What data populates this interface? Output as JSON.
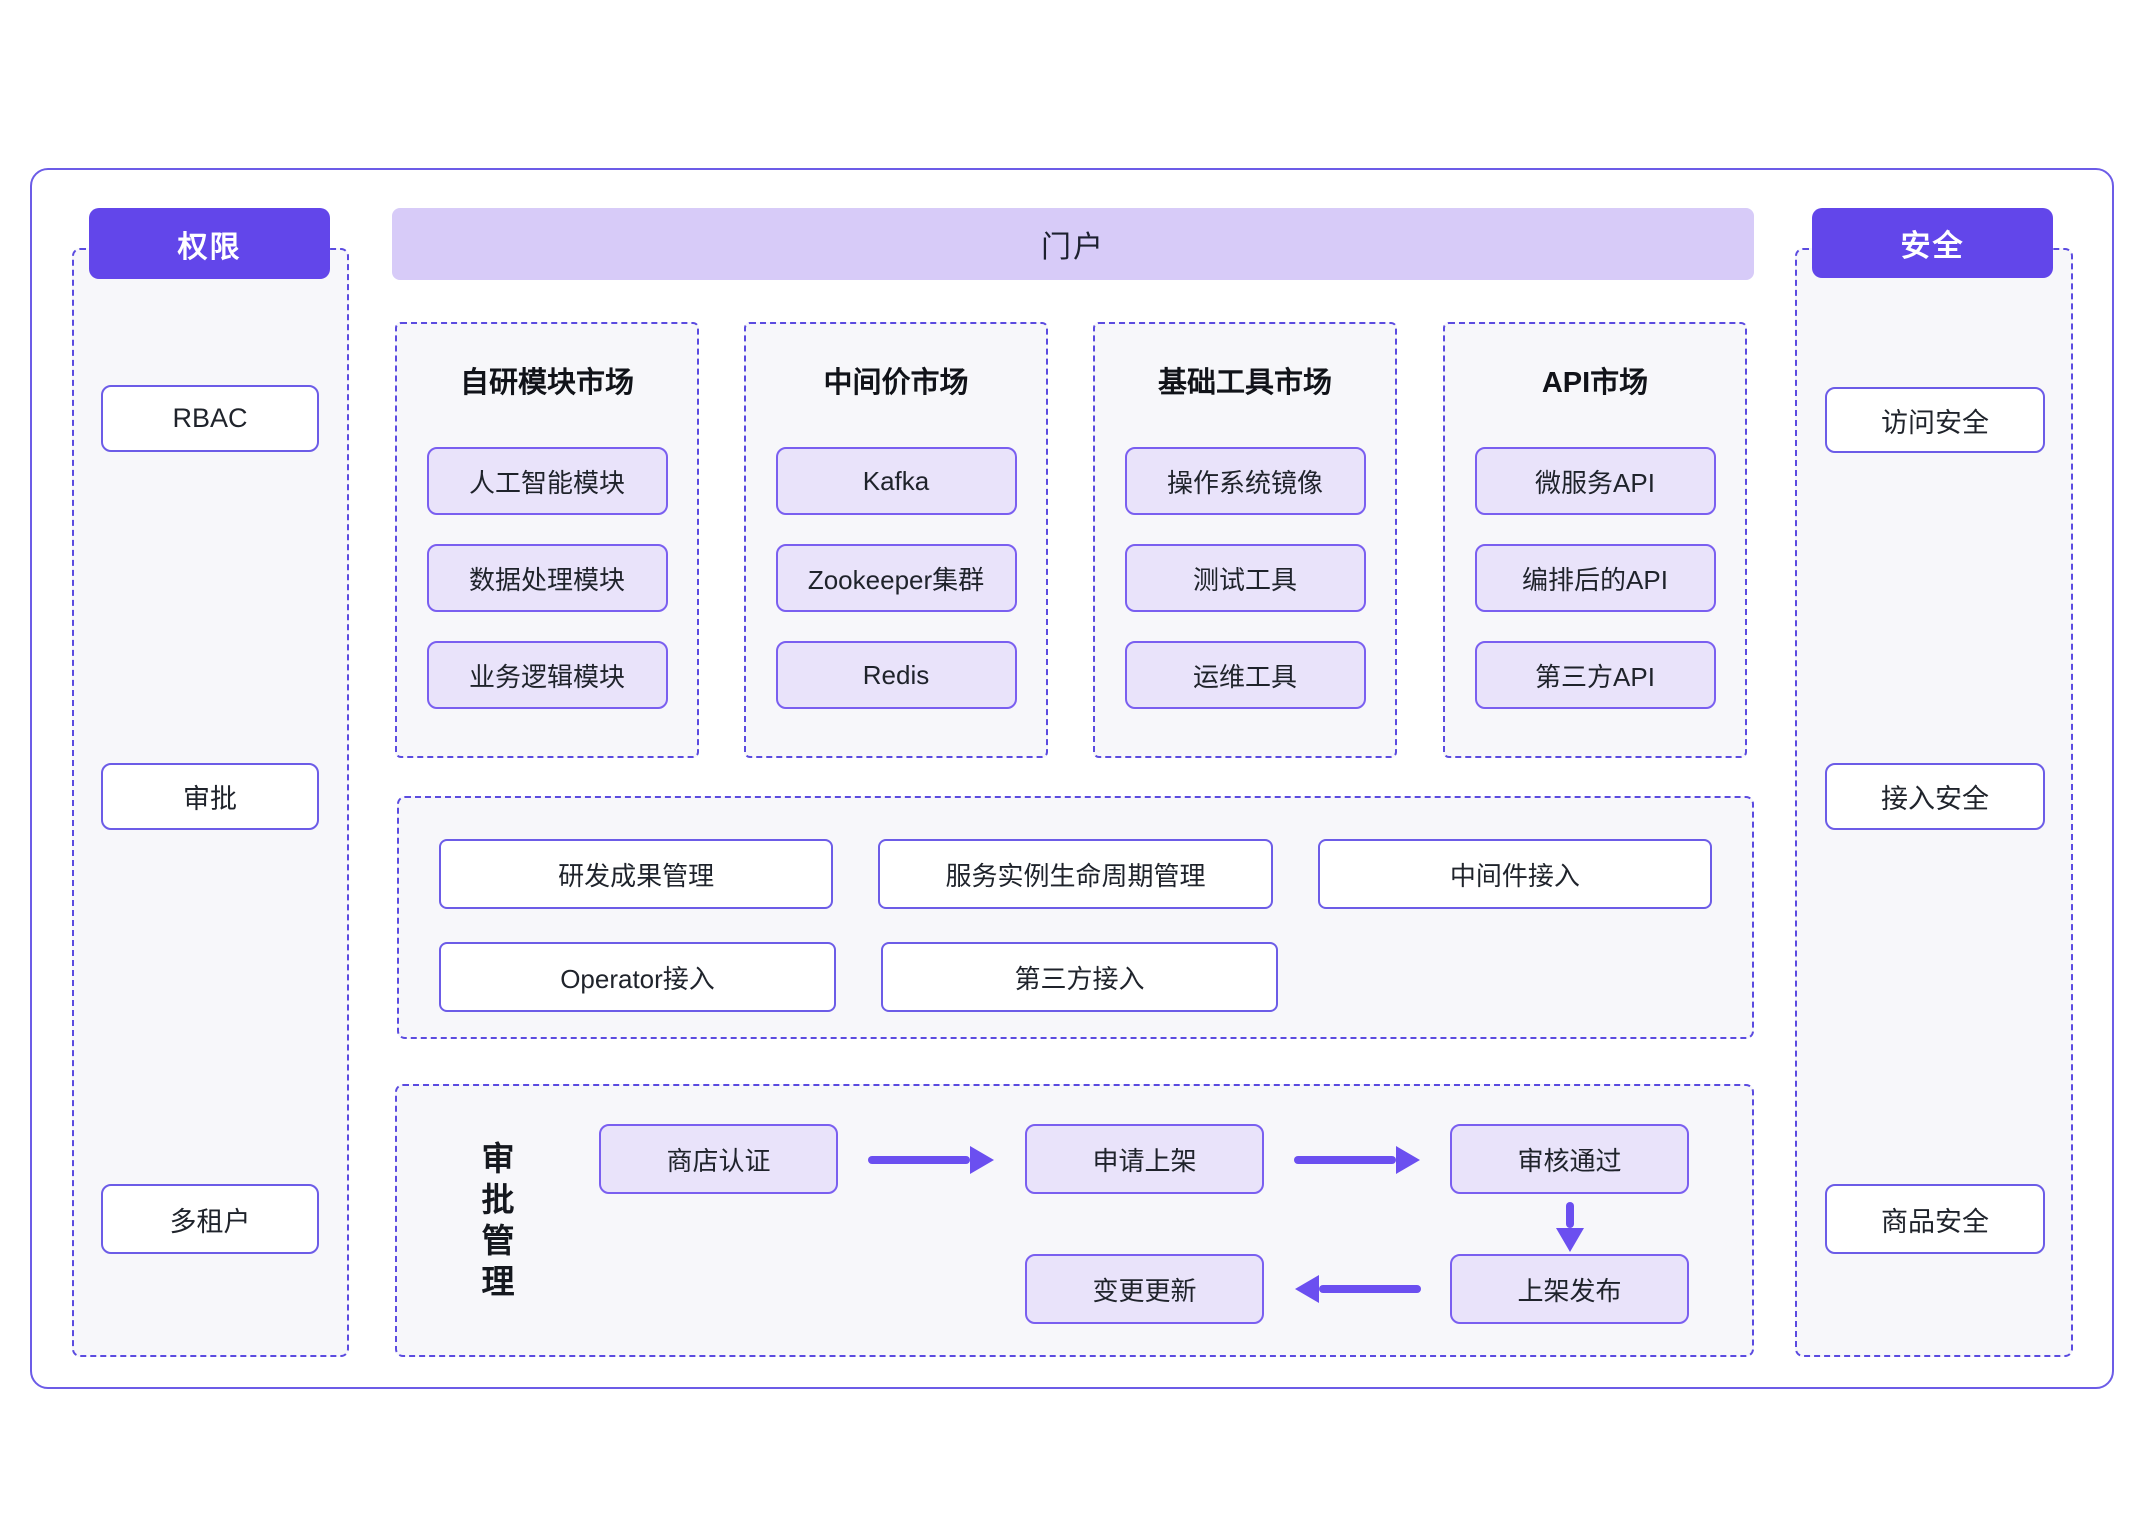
{
  "colors": {
    "accent": "#6246ea",
    "banner": "#d7cbf8",
    "chip_fill": "#e9e3fa",
    "chip_border": "#7a5ff0",
    "box_border": "#6c5ce7",
    "dashed_border": "#5b4be0",
    "panel_bg": "#f7f7fa",
    "arrow": "#6b4ff0"
  },
  "permissions": {
    "title": "权限",
    "items": [
      "RBAC",
      "审批",
      "多租户"
    ]
  },
  "security": {
    "title": "安全",
    "items": [
      "访问安全",
      "接入安全",
      "商品安全"
    ]
  },
  "portal": {
    "title": "门户",
    "markets": [
      {
        "title": "自研模块市场",
        "items": [
          "人工智能模块",
          "数据处理模块",
          "业务逻辑模块"
        ]
      },
      {
        "title": "中间价市场",
        "items": [
          "Kafka",
          "Zookeeper集群",
          "Redis"
        ]
      },
      {
        "title": "基础工具市场",
        "items": [
          "操作系统镜像",
          "测试工具",
          "运维工具"
        ]
      },
      {
        "title": "API市场",
        "items": [
          "微服务API",
          "编排后的API",
          "第三方API"
        ]
      }
    ],
    "management": {
      "row1": [
        "研发成果管理",
        "服务实例生命周期管理",
        "中间件接入"
      ],
      "row2": [
        "Operator接入",
        "第三方接入"
      ]
    },
    "approval": {
      "label": "审批管理",
      "store": "商店认证",
      "apply": "申请上架",
      "approve": "审核通过",
      "publish": "上架发布",
      "update": "变更更新"
    }
  }
}
